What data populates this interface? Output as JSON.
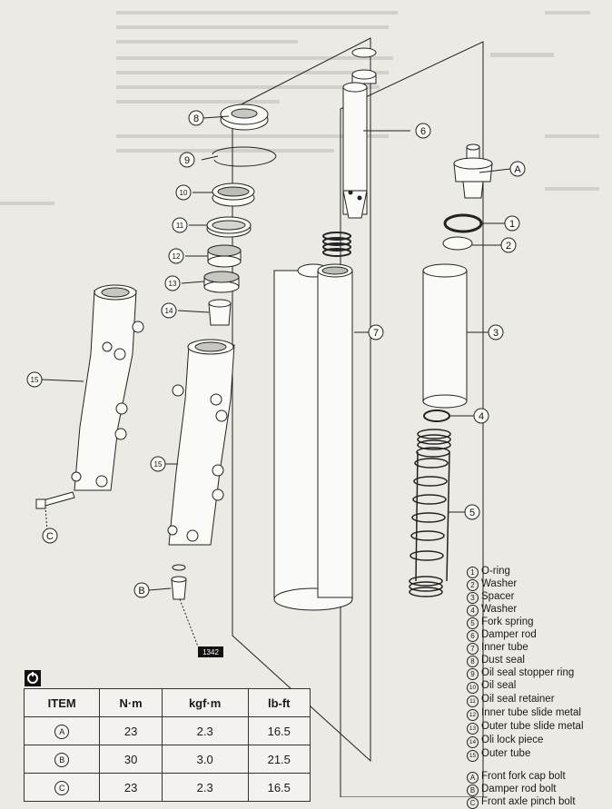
{
  "callouts": {
    "c1": "1",
    "c2": "2",
    "c3": "3",
    "c4": "4",
    "c5": "5",
    "c6": "6",
    "c7": "7",
    "c8": "8",
    "c9": "9",
    "c10": "10",
    "c11": "11",
    "c12": "12",
    "c13": "13",
    "c14": "14",
    "c15a": "15",
    "c15b": "15",
    "cA": "A",
    "cB": "B",
    "cC": "C"
  },
  "legend": {
    "parts": [
      {
        "mark": "1",
        "name": "O-ring"
      },
      {
        "mark": "2",
        "name": "Washer"
      },
      {
        "mark": "3",
        "name": "Spacer"
      },
      {
        "mark": "4",
        "name": "Washer"
      },
      {
        "mark": "5",
        "name": "Fork spring"
      },
      {
        "mark": "6",
        "name": "Damper rod"
      },
      {
        "mark": "7",
        "name": "Inner tube"
      },
      {
        "mark": "8",
        "name": "Dust seal"
      },
      {
        "mark": "9",
        "name": "Oil seal stopper ring"
      },
      {
        "mark": "10",
        "name": "Oil seal"
      },
      {
        "mark": "11",
        "name": "Oil seal retainer"
      },
      {
        "mark": "12",
        "name": "Inner tube slide metal"
      },
      {
        "mark": "13",
        "name": "Outer tube slide metal"
      },
      {
        "mark": "14",
        "name": "Oli lock piece"
      },
      {
        "mark": "15",
        "name": "Outer tube"
      }
    ],
    "bolts": [
      {
        "mark": "A",
        "name": "Front fork cap bolt"
      },
      {
        "mark": "B",
        "name": "Damper rod bolt"
      },
      {
        "mark": "C",
        "name": "Front axle pinch bolt"
      }
    ]
  },
  "sealant_tag": "1342",
  "torque": {
    "icon": "torque-wrench-icon",
    "headers": [
      "ITEM",
      "N·m",
      "kgf·m",
      "lb-ft"
    ],
    "rows": [
      {
        "item": "A",
        "nm": "23",
        "kgfm": "2.3",
        "lbft": "16.5"
      },
      {
        "item": "B",
        "nm": "30",
        "kgfm": "3.0",
        "lbft": "21.5"
      },
      {
        "item": "C",
        "nm": "23",
        "kgfm": "2.3",
        "lbft": "16.5"
      }
    ]
  }
}
